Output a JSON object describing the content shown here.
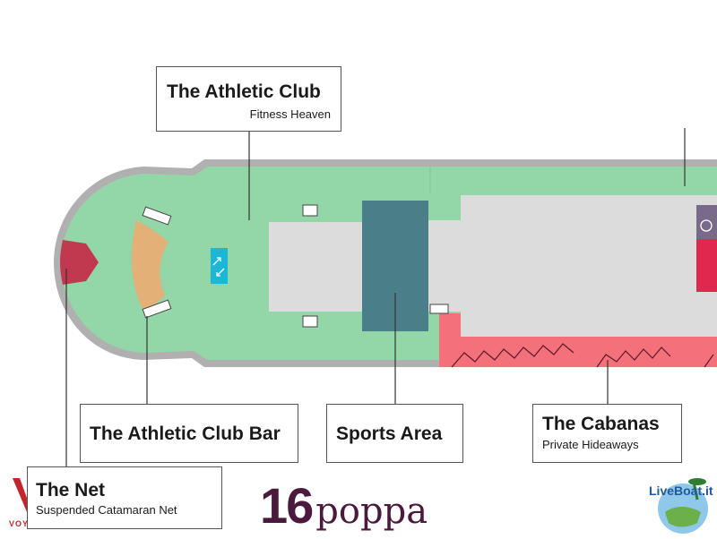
{
  "deck": {
    "number": "16",
    "name": "poppa"
  },
  "callouts": {
    "athletic_club": {
      "title": "The Athletic Club",
      "subtitle": "Fitness Heaven"
    },
    "athletic_club_bar": {
      "title": "The Athletic Club Bar"
    },
    "sports_area": {
      "title": "Sports Area"
    },
    "cabanas": {
      "title": "The Cabanas",
      "subtitle": "Private Hideaways"
    },
    "net": {
      "title": "The Net",
      "subtitle": "Suspended Catamaran Net"
    }
  },
  "logos": {
    "brand": "VOYAGES",
    "liveboat": "LiveBoat.it"
  },
  "icons": [
    "stairs-icon",
    "wheelchair-icon",
    "stair-grill-icon"
  ],
  "colors": {
    "deck_green": "#93d7a9",
    "deck_border": "#b0b0b0",
    "floor_grey": "#dcdcdc",
    "sports_teal": "#4a7f8a",
    "cabana_pink": "#f4707a",
    "net_red": "#c0394f",
    "bar_orange": "#e3b077",
    "stairs_cyan": "#1cb6d6",
    "title_plum": "#4a1a3c"
  }
}
